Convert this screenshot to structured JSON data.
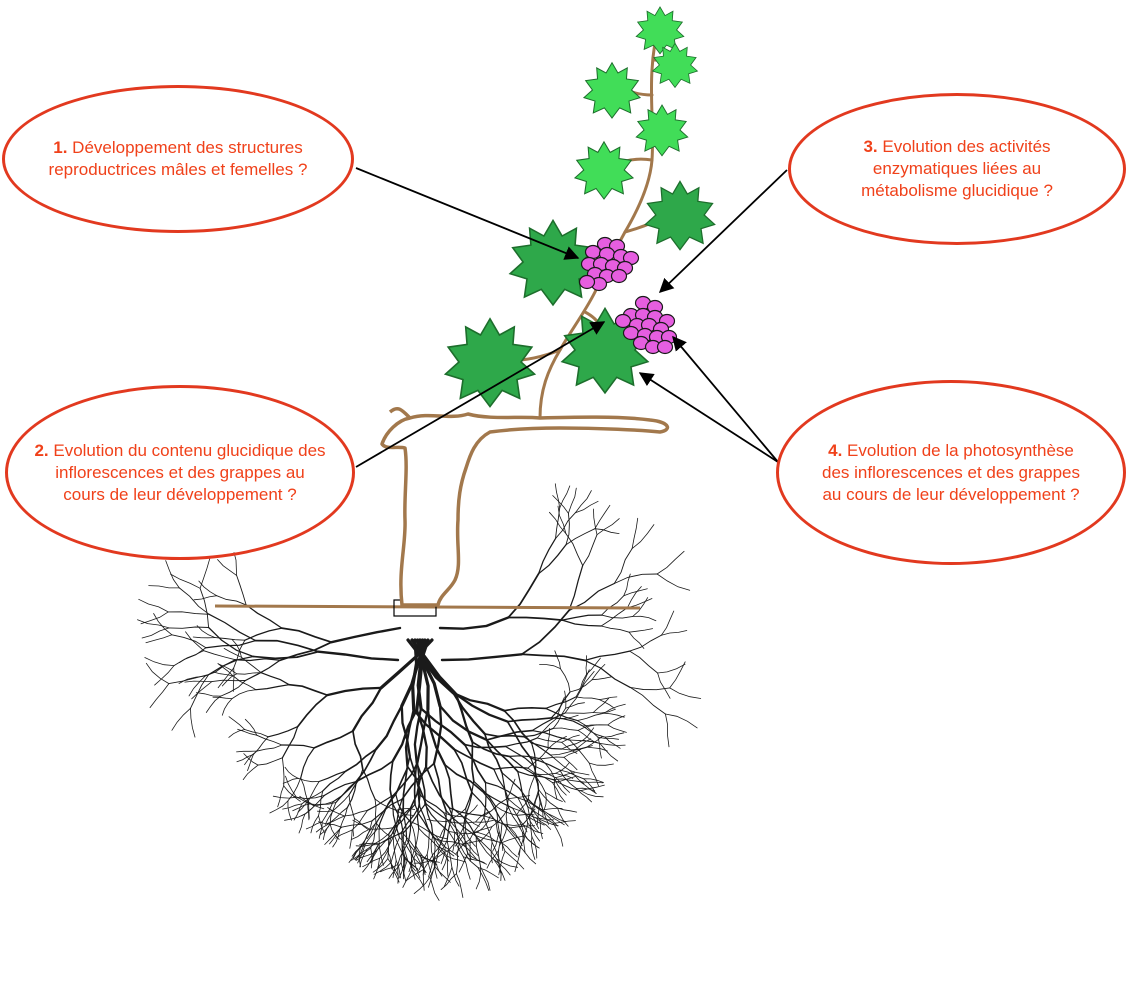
{
  "questions": [
    {
      "id": "q1",
      "number": "1.",
      "text": "Développement des structures reproductrices mâles et femelles ?"
    },
    {
      "id": "q2",
      "number": "2.",
      "text": "Evolution du contenu glucidique des inflorescences et des grappes au cours de leur développement ?"
    },
    {
      "id": "q3",
      "number": "3.",
      "text": "Evolution des activités enzymatiques liées au métabolisme glucidique ?"
    },
    {
      "id": "q4",
      "number": "4.",
      "text": "Evolution de la photosynthèse des inflorescences et des grappes au cours de leur développement ?"
    }
  ],
  "colors": {
    "bubble_text": "#f0411a",
    "bubble_border": "#e2391f",
    "trunk": "#a2784c",
    "leaf": "#2ea84a",
    "leaf_light": "#41dd58",
    "grape": "#e65ee0",
    "roots": "#1a1a1a",
    "arrow": "#000000"
  },
  "icons": [
    "grapevine-illustration",
    "leaf-icon",
    "grape-cluster-icon",
    "root-system-illustration",
    "arrow-icon"
  ]
}
